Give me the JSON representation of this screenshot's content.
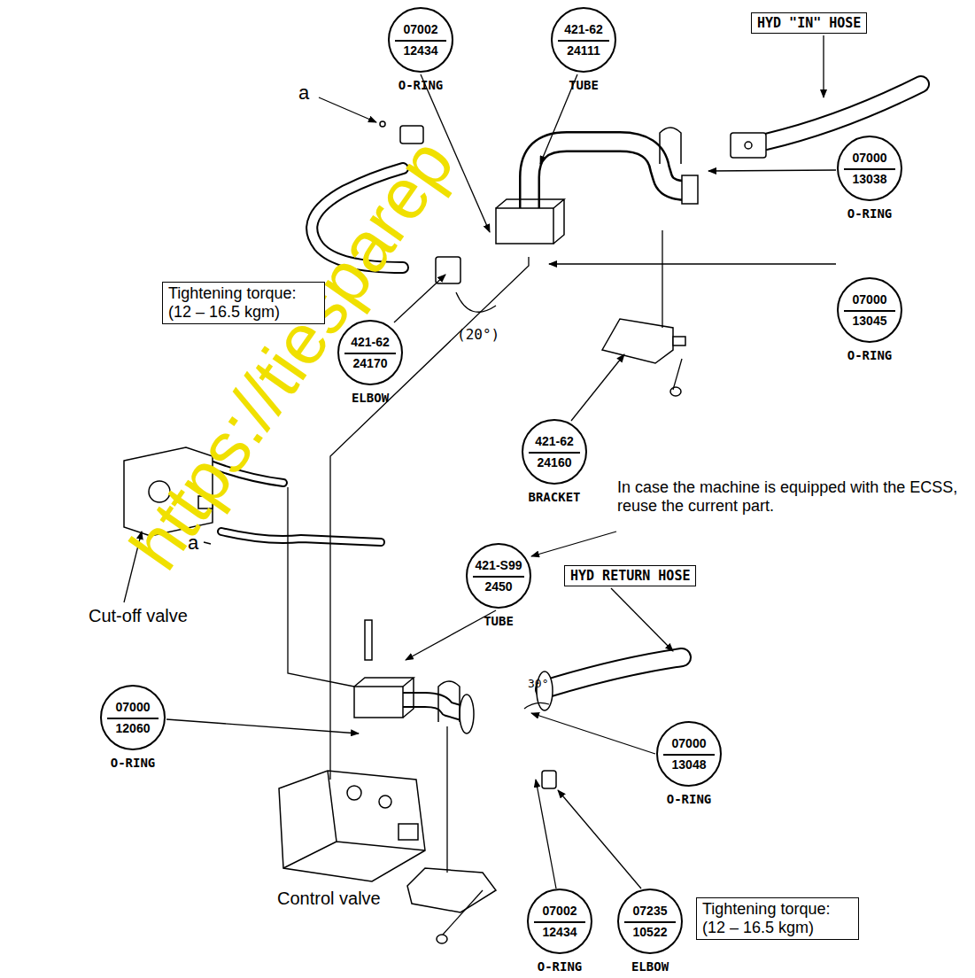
{
  "diagram": {
    "nodes": [
      {
        "text": [
          "07002",
          "12434",
          "O-RING"
        ]
      },
      {
        "text": [
          "421-62",
          "24111",
          "TUBE"
        ]
      },
      {
        "text": [
          "HYD \"IN\" HOSE"
        ]
      },
      {
        "text": [
          "07000",
          "13038",
          "O-RING"
        ]
      },
      {
        "text": [
          "Tightening torque: (12 – 16.5 kgm)"
        ]
      },
      {
        "text": [
          "421-62",
          "24170",
          "ELBOW"
        ]
      },
      {
        "text": [
          "07000",
          "13045",
          "O-RING"
        ]
      },
      {
        "text": [
          "421-62",
          "24160",
          "BRACKET"
        ]
      },
      {
        "text": [
          "HYD RETURN HOSE"
        ]
      },
      {
        "text": [
          "421-S99",
          "2450",
          "TUBE"
        ]
      },
      {
        "text": [
          "07000",
          "12060",
          "O-RING"
        ]
      },
      {
        "text": [
          "07000",
          "13048",
          "O-RING"
        ]
      },
      {
        "text": [
          "07002",
          "12434",
          "O-RING"
        ]
      },
      {
        "text": [
          "07235",
          "10522",
          "ELBOW"
        ]
      },
      {
        "text": [
          "Tightening torque: (12 – 16.5 kgm)"
        ]
      }
    ],
    "labels": [
      "a",
      "a",
      "Cut-off valve",
      "Control valve",
      "(20°)",
      "30°",
      "In case the machine is equipped with the ECSS, reuse the current part.",
      "https://tiesparep"
    ]
  }
}
